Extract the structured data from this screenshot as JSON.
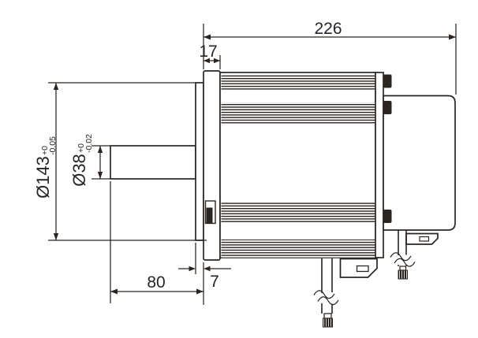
{
  "drawing": {
    "type": "engineering-dimension-drawing",
    "subject": "motor side view with flange, shaft, finned body, rear housing and two cable leads",
    "units": "mm",
    "colors": {
      "line": "#2b2522",
      "text": "#24252b",
      "background": "#ffffff"
    },
    "dimensions": {
      "overall_length": {
        "value": "226"
      },
      "flange_thickness": {
        "value": "17"
      },
      "boss_depth": {
        "value": "7"
      },
      "shaft_length": {
        "value": "80"
      },
      "spigot_diameter": {
        "value": "Ø143",
        "tol_upper": "+0",
        "tol_lower": "-0.05"
      },
      "shaft_diameter": {
        "value": "Ø38",
        "tol_upper": "+0",
        "tol_lower": "-0.02"
      }
    }
  }
}
